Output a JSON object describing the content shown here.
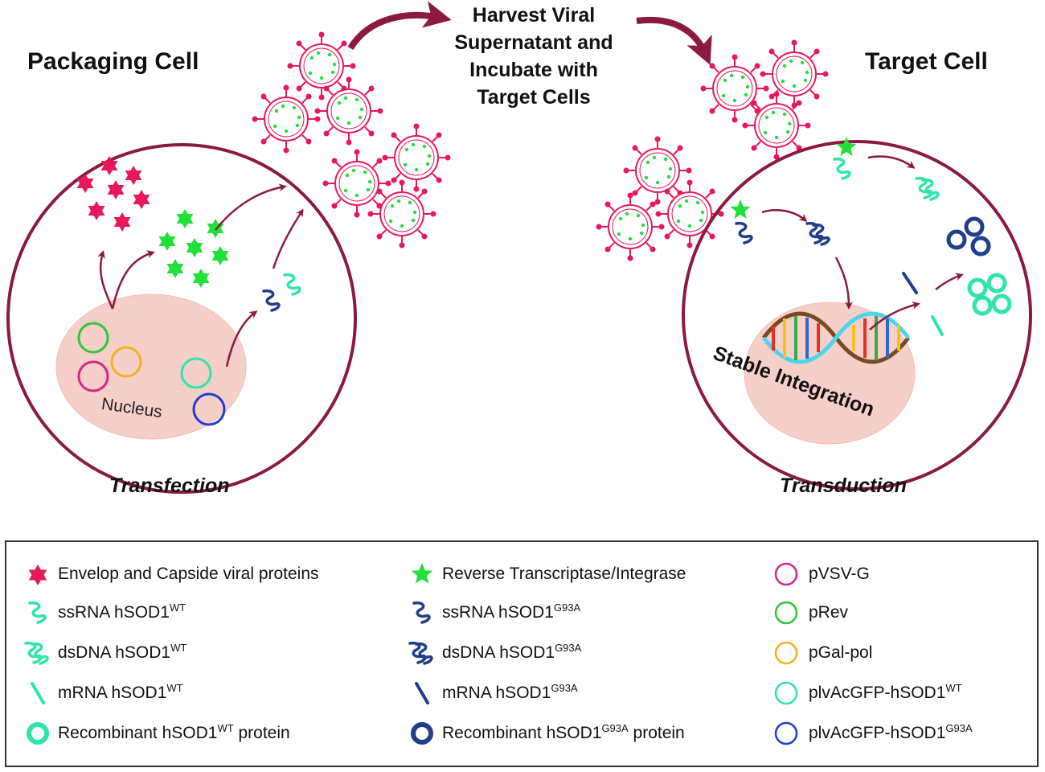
{
  "titles": {
    "packaging_cell": "Packaging Cell",
    "target_cell": "Target Cell",
    "harvest_lines": [
      "Harvest Viral",
      "Supernatant and",
      "Incubate with",
      "Target Cells"
    ],
    "transfection": "Transfection",
    "transduction": "Transduction",
    "nucleus": "Nucleus",
    "stable_integration": "Stable Integration"
  },
  "colors": {
    "cell_membrane": "#8b1a3e",
    "nucleus_fill": "#f6cfc8",
    "envelope_protein": "#e8185a",
    "reverse_transcriptase": "#22e03a",
    "wt_color": "#2fe6a6",
    "g93a_color": "#1f3f8a",
    "pvsvg": "#d6288a",
    "prev": "#2ec836",
    "pgal": "#f0b321"
  },
  "legend": {
    "col1": [
      {
        "icon": "pink-star-icon",
        "text": "Envelop and Capside viral proteins",
        "sup": ""
      },
      {
        "icon": "wt-ssrna-icon",
        "text": "ssRNA hSOD1",
        "sup": "WT"
      },
      {
        "icon": "wt-dsdna-icon",
        "text": "dsDNA hSOD1",
        "sup": "WT"
      },
      {
        "icon": "wt-mrna-icon",
        "text": "mRNA hSOD1",
        "sup": "WT"
      },
      {
        "icon": "wt-protein-ring-icon",
        "text": "Recombinant hSOD1",
        "sup": "WT",
        "after": " protein"
      }
    ],
    "col2": [
      {
        "icon": "green-star-icon",
        "text": "Reverse Transcriptase/Integrase",
        "sup": ""
      },
      {
        "icon": "g93a-ssrna-icon",
        "text": "ssRNA hSOD1",
        "sup": "G93A"
      },
      {
        "icon": "g93a-dsdna-icon",
        "text": "dsDNA hSOD1",
        "sup": "G93A"
      },
      {
        "icon": "g93a-mrna-icon",
        "text": "mRNA hSOD1",
        "sup": "G93A"
      },
      {
        "icon": "g93a-protein-ring-icon",
        "text": "Recombinant hSOD1",
        "sup": "G93A",
        "after": " protein"
      }
    ],
    "col3": [
      {
        "icon": "pvsvg-plasmid-icon",
        "text": "pVSV-G",
        "sup": ""
      },
      {
        "icon": "prev-plasmid-icon",
        "text": "pRev",
        "sup": ""
      },
      {
        "icon": "pgal-plasmid-icon",
        "text": "pGal-pol",
        "sup": ""
      },
      {
        "icon": "plv-wt-plasmid-icon",
        "text": "plvAcGFP-hSOD1",
        "sup": "WT"
      },
      {
        "icon": "plv-g93a-plasmid-icon",
        "text": "plvAcGFP-hSOD1",
        "sup": "G93A"
      }
    ]
  }
}
